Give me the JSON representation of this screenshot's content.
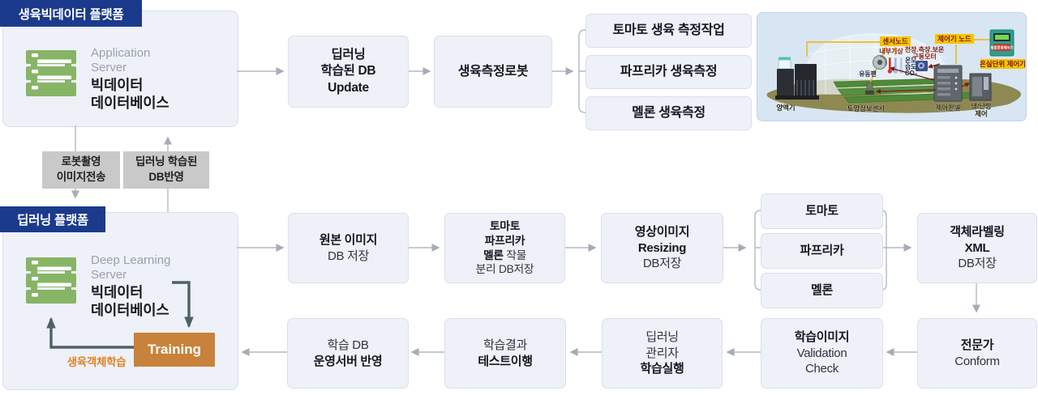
{
  "colors": {
    "navy": "#1b3a8c",
    "box_bg": "#eef1f8",
    "box_border": "#d9dfec",
    "panel_bg": "#eef1f8",
    "arrow_gray": "#a7acb8",
    "arrow_dark": "#4d6168",
    "training_orange": "#c8823b",
    "accent_orange": "#e08224",
    "server_green": "#87b566",
    "gray_label_bg": "#c9c9c9",
    "greenhouse_yellow": "#f6c400",
    "greenhouse_red": "#7d1712"
  },
  "platform_bigdata": {
    "badge": "생육빅데이터 플랫폼",
    "server_type": "Application\nServer",
    "server_name": "빅데이터\n데이터베이스"
  },
  "platform_deeplearning": {
    "badge": "딥러닝 플랫폼",
    "server_type": "Deep Learning\nServer",
    "server_name": "빅데이터\n데이터베이스",
    "training_label": "Training",
    "training_note": "생육객체학습"
  },
  "transfer_labels": {
    "robot_capture": "로봇촬영\n이미지전송",
    "db_reflect": "딥러닝 학습된\nDB반영"
  },
  "top_flow": {
    "db_update": "딥러닝\n학습된 DB\nUpdate",
    "robot": "생육측정로봇",
    "tasks": [
      "토마토 생육 측정작업",
      "파프리카 생육측정",
      "멜론 생육측정"
    ]
  },
  "mid_flow": {
    "origin": {
      "bold": "원본 이미지",
      "reg": "DB 저장"
    },
    "crops": {
      "bold1": "토마토",
      "bold2": "파프리카",
      "bold3": "멜론",
      "reg3": " 작물",
      "reg4": "분리 DB저장"
    },
    "resize": {
      "bold": "영상이미지\nResizing",
      "reg": "DB저장"
    },
    "categories": [
      "토마토",
      "파프리카",
      "멜론"
    ],
    "xml": {
      "bold": "객체라벨링\nXML",
      "reg": "DB저장"
    }
  },
  "bottom_flow": {
    "conform": {
      "bold": "전문가",
      "reg": "Conform"
    },
    "validation": {
      "bold": "학습이미지",
      "reg": "Validation\nCheck"
    },
    "train_exec": {
      "reg": "딥러닝\n관리자",
      "bold": "학습실행"
    },
    "test": {
      "reg": "학습결과",
      "bold": "테스트이행"
    },
    "deploy": {
      "reg": "학습 DB",
      "bold": "운영서버 반영"
    }
  },
  "greenhouse": {
    "sensor_node": "센서노드",
    "controller_node": "제어기 노드",
    "indoor_weather": "내부기상",
    "motor_line1": "천장.측장.보온",
    "motor_line2": "구동모터",
    "temp": "온도",
    "humidity": "습도",
    "co2": "CO₂",
    "fan": "유동팬",
    "unit_controller": "온실단위 제어기",
    "device_tag": "복합환경제어기",
    "nutrient": "양액기",
    "soil_sensor": "토양정보센서",
    "control_panel": "제어판넬",
    "hvac_line1": "냉/난방",
    "hvac_line2": "제어"
  }
}
